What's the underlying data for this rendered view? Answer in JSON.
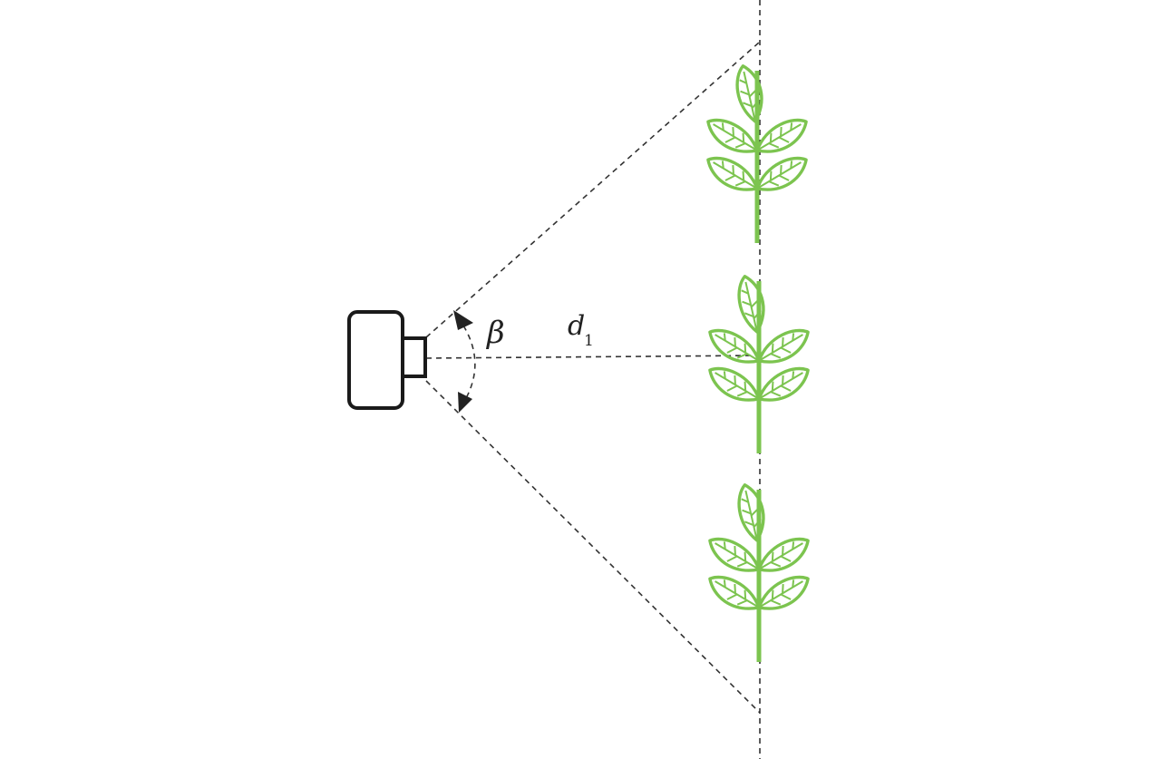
{
  "labels": {
    "angle": "β",
    "distance_main": "d",
    "distance_sub": "1"
  },
  "colors": {
    "plant": "#7cc44f",
    "line": "#333333",
    "camera": "#1a1a1a"
  },
  "icons": {
    "camera": "camera-icon",
    "plant": "plant-icon"
  }
}
